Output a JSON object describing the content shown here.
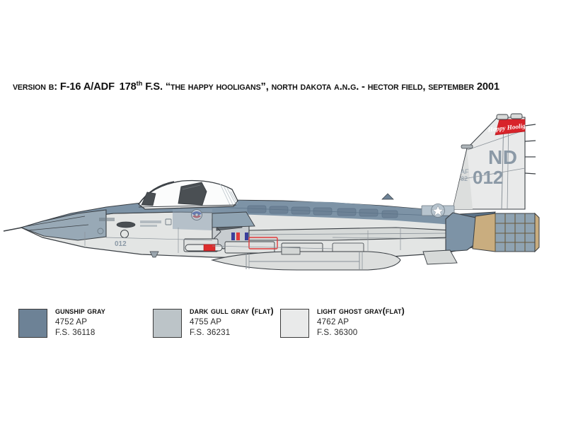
{
  "caption": {
    "version_label": "Version B:",
    "aircraft": "F-16 A/ADF",
    "squadron_number": "178",
    "squadron_ordinal": "th",
    "squadron_unit": "F.S.",
    "nickname": "“The Happy Hooligans”,",
    "location": "North Dakota A.N.G. - Hector Field,",
    "date": "September 2001"
  },
  "aircraft_markings": {
    "tail_code": "ND",
    "tail_serial_prefix_line1": "AF",
    "tail_serial_prefix_line2": "82",
    "tail_serial": "012",
    "tail_band_text": "Happy Hooligans",
    "nose_number": "012",
    "national_insignia": "star-and-bar",
    "squadron_badge": "178th-fs-badge",
    "scale_note": ""
  },
  "colors": {
    "gunship_gray": "#6d8296",
    "gunship_gray_dark": "#5d7489",
    "dark_gull_gray": "#bcc4c8",
    "light_ghost_gray": "#e9eaea",
    "light_ghost_gray_shade": "#dcdedd",
    "nozzle_tan": "#c9ad7f",
    "nozzle_tan_dark": "#a98f63",
    "band_red": "#d8232a",
    "canopy_frame": "#7f94a6",
    "canopy_glass": "#ffffff",
    "seat_dark": "#4a4f53",
    "outline": "#3a3f44",
    "detail_line": "#8a9299",
    "marking_red": "#e03b3b",
    "marking_blue": "#3a3f9c",
    "text_black": "#111111"
  },
  "legend": {
    "items": [
      {
        "name": "Gunship Gray",
        "code": "4752 AP",
        "fs": "F.S. 36118",
        "swatch": "#6d8296"
      },
      {
        "name": "Dark Gull Gray (Flat)",
        "code": "4755 AP",
        "fs": "F.S. 36231",
        "swatch": "#bcc4c8"
      },
      {
        "name": "Light Ghost Gray(Flat)",
        "code": "4762 AP",
        "fs": "F.S. 36300",
        "swatch": "#e9eaea"
      }
    ]
  }
}
